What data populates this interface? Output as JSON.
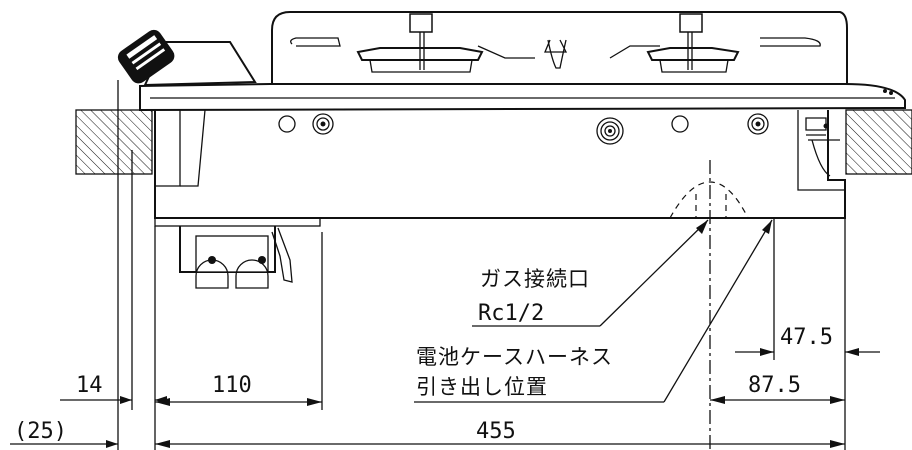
{
  "labels": {
    "gas_connection_title": "ガス接続口",
    "gas_connection_size": "Rc1/2",
    "battery_line1": "電池ケースハーネス",
    "battery_line2": "引き出し位置"
  },
  "dimensions": {
    "d14": "14",
    "d110": "110",
    "d25": "(25)",
    "d455": "455",
    "d47_5": "47.5",
    "d87_5": "87.5"
  }
}
